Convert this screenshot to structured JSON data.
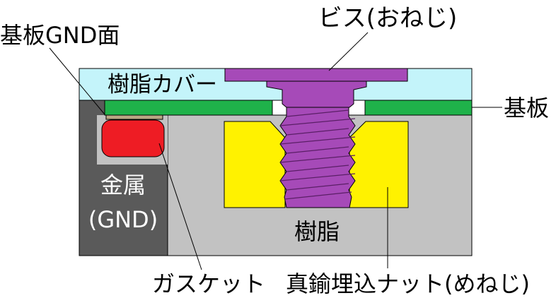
{
  "labels": {
    "screw": "ビス(おねじ)",
    "board_gnd": "基板GND面",
    "resin_cover": "樹脂カバー",
    "board": "基板",
    "metal": "金属",
    "metal_gnd": "(GND)",
    "resin": "樹脂",
    "gasket": "ガスケット",
    "insert_nut": "真鍮埋込ナット(めねじ)"
  },
  "colors": {
    "cover": "#c4f4fa",
    "board": "#1fb24a",
    "metal": "#5a5a5a",
    "resin": "#c2c2c2",
    "nut": "#fff200",
    "screw": "#a64ab8",
    "gasket": "#ee1c24",
    "gnd_face": "#b9a784"
  }
}
